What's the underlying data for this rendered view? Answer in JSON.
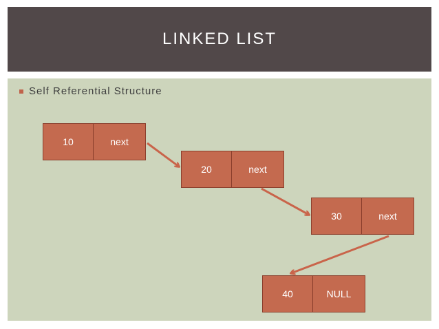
{
  "slide": {
    "title": "LINKED LIST",
    "bullet": "Self Referential Structure"
  },
  "colors": {
    "title_bar": "#514849",
    "content_bg": "#cdd5bc",
    "node_fill": "#c46a4f",
    "arrow": "#c9644a"
  },
  "nodes": [
    {
      "data": "10",
      "pointer": "next"
    },
    {
      "data": "20",
      "pointer": "next"
    },
    {
      "data": "30",
      "pointer": "next"
    },
    {
      "data": "40",
      "pointer": "NULL"
    }
  ]
}
